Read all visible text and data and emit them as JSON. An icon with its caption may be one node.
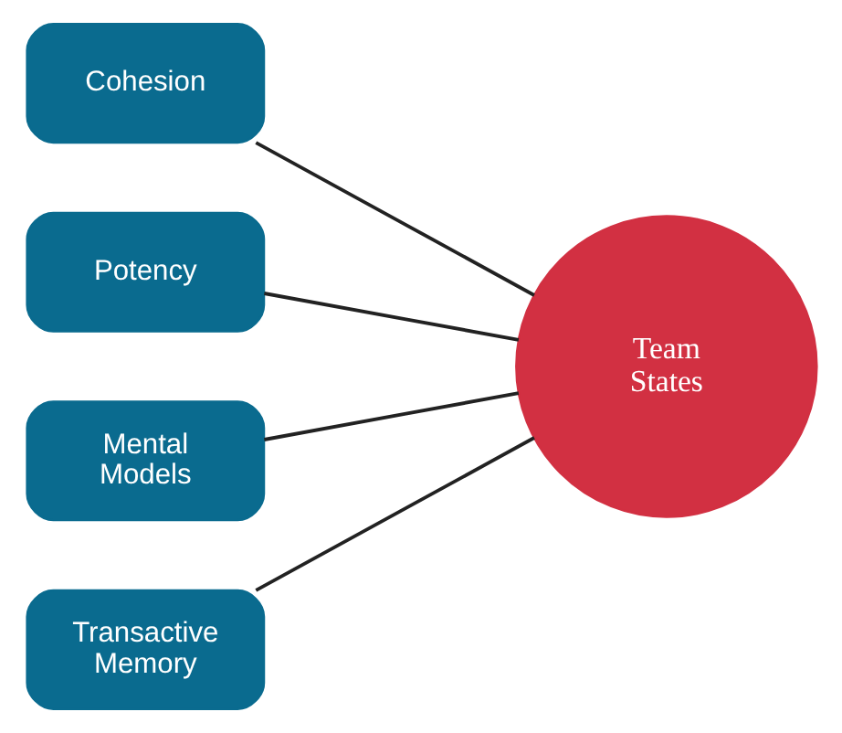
{
  "diagram": {
    "nodes": [
      {
        "text": [
          "Cohesion"
        ]
      },
      {
        "text": [
          "Potency"
        ]
      },
      {
        "text": [
          "Mental Models"
        ]
      },
      {
        "text": [
          "Transactive Memory"
        ]
      },
      {
        "text": [
          "Team States"
        ]
      }
    ],
    "edges": [
      {
        "from": 0,
        "to": 4,
        "arrow": "none"
      },
      {
        "from": 1,
        "to": 4,
        "arrow": "none"
      },
      {
        "from": 2,
        "to": 4,
        "arrow": "none"
      },
      {
        "from": 3,
        "to": 4,
        "arrow": "none"
      }
    ]
  }
}
